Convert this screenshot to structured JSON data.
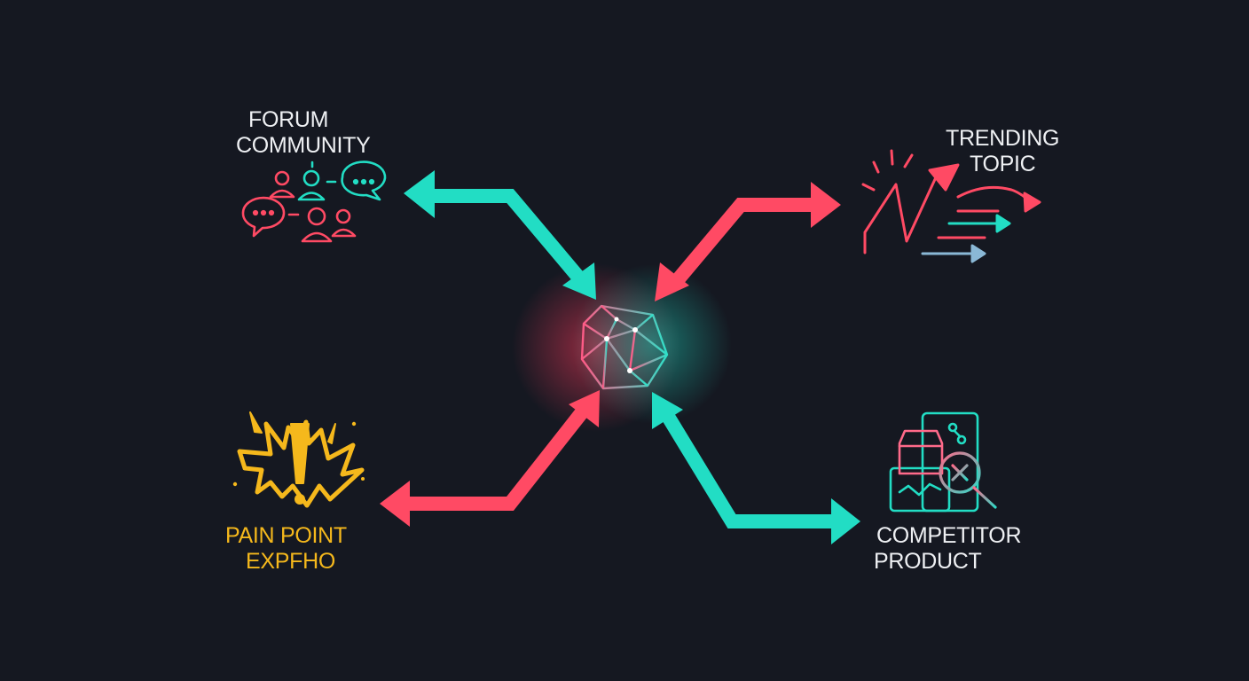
{
  "colors": {
    "background": "#151821",
    "teal": "#22ddc4",
    "coral": "#ff4a64",
    "yellow": "#f5b81c",
    "text": "#eef0f3"
  },
  "center": {
    "icon": "network-polyhedron-icon"
  },
  "nodes": {
    "forum": {
      "line1": "FORUM",
      "line2": "COMMUNITY",
      "icon": "community-chat-icon",
      "arrow_color": "teal"
    },
    "trending": {
      "line1": "TRENDING",
      "line2": "TOPIC",
      "icon": "trending-chart-icon",
      "arrow_color": "coral"
    },
    "pain": {
      "line1": "PAIN POINT",
      "line2": "EXPFHO",
      "icon": "alert-burst-icon",
      "arrow_color": "coral"
    },
    "competitor": {
      "line1": "COMPETITOR",
      "line2": "PRODUCT",
      "icon": "product-analysis-icon",
      "arrow_color": "teal"
    }
  }
}
